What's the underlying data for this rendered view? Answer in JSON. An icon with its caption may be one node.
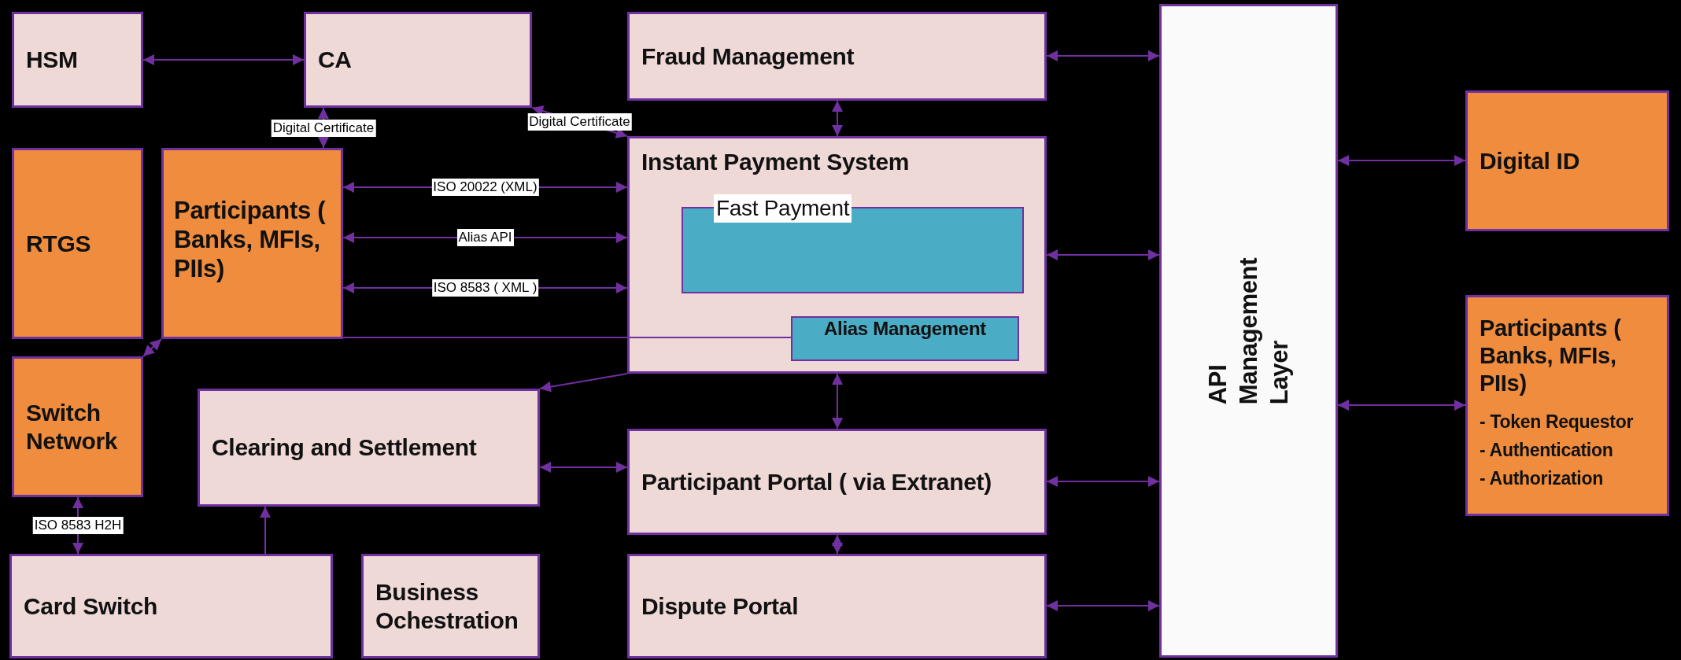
{
  "diagram": {
    "nodes": [
      {
        "text": [
          "HSM"
        ]
      },
      {
        "text": [
          "CA"
        ]
      },
      {
        "text": [
          "Fraud Management"
        ]
      },
      {
        "text": [
          "API Management Layer"
        ]
      },
      {
        "text": [
          "RTGS"
        ]
      },
      {
        "text": [
          "Participants ( Banks, MFIs, PIIs)"
        ]
      },
      {
        "text": [
          "Instant Payment System"
        ]
      },
      {
        "text": [
          "Fast Payment"
        ],
        "in": 6
      },
      {
        "text": [
          "Alias Management"
        ],
        "in": 6
      },
      {
        "text": [
          "Digital ID"
        ]
      },
      {
        "text": [
          "Participants ( Banks, MFIs, PIIs)",
          "- Token Requestor",
          "- Authentication",
          "- Authorization"
        ]
      },
      {
        "text": [
          "Switch Network"
        ]
      },
      {
        "text": [
          "Clearing and Settlement"
        ]
      },
      {
        "text": [
          "Participant Portal ( via Extranet)"
        ]
      },
      {
        "text": [
          "Card Switch"
        ]
      },
      {
        "text": [
          "Business Ochestration"
        ]
      },
      {
        "text": [
          "Dispute Portal"
        ]
      }
    ],
    "edges": [
      {
        "from": 0,
        "to": 1,
        "arrow": "both"
      },
      {
        "from": 1,
        "to": 5,
        "arrow": "both",
        "label": "Digital Certificate"
      },
      {
        "from": 1,
        "to": 6,
        "arrow": "both",
        "label": "Digital Certificate"
      },
      {
        "from": 5,
        "to": 6,
        "arrow": "both",
        "label": "ISO 20022 (XML)"
      },
      {
        "from": 5,
        "to": 6,
        "arrow": "both",
        "label": "Alias API"
      },
      {
        "from": 5,
        "to": 6,
        "arrow": "both",
        "label": "ISO 8583 ( XML )"
      },
      {
        "from": 5,
        "to": 8,
        "arrow": "none"
      },
      {
        "from": 5,
        "to": 11,
        "arrow": "both"
      },
      {
        "from": 11,
        "to": 14,
        "arrow": "both",
        "label": "ISO 8583 H2H"
      },
      {
        "from": 14,
        "to": 12,
        "arrow": "to"
      },
      {
        "from": 6,
        "to": 12,
        "arrow": "to"
      },
      {
        "from": 12,
        "to": 13,
        "arrow": "both"
      },
      {
        "from": 2,
        "to": 6,
        "arrow": "both"
      },
      {
        "from": 6,
        "to": 13,
        "arrow": "both"
      },
      {
        "from": 13,
        "to": 16,
        "arrow": "both"
      },
      {
        "from": 2,
        "to": 3,
        "arrow": "both"
      },
      {
        "from": 6,
        "to": 3,
        "arrow": "both"
      },
      {
        "from": 13,
        "to": 3,
        "arrow": "both"
      },
      {
        "from": 16,
        "to": 3,
        "arrow": "both"
      },
      {
        "from": 3,
        "to": 9,
        "arrow": "both"
      },
      {
        "from": 3,
        "to": 10,
        "arrow": "both"
      }
    ]
  }
}
